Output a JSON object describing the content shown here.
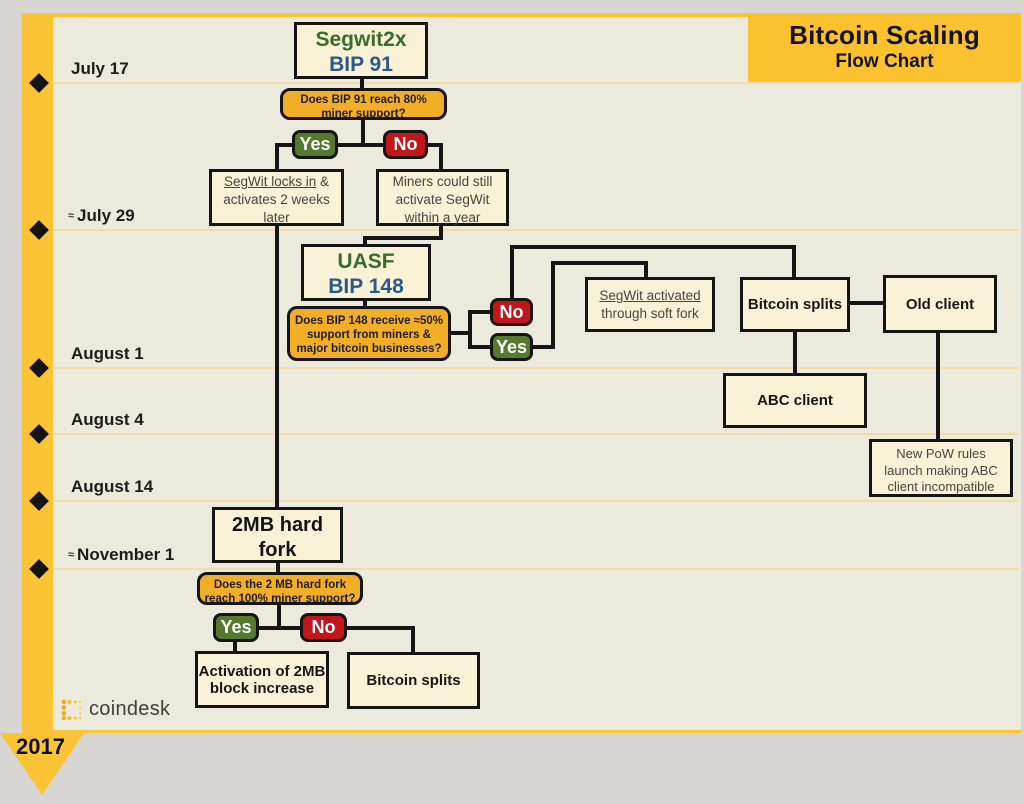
{
  "header": {
    "title_line1": "Bitcoin Scaling",
    "title_line2": "Flow Chart"
  },
  "footer": {
    "year": "2017",
    "brand": "coindesk"
  },
  "timeline": {
    "dates": [
      {
        "prefix": "",
        "label": "July 17"
      },
      {
        "prefix": "≈",
        "label": "July 29"
      },
      {
        "prefix": "",
        "label": "August 1"
      },
      {
        "prefix": "",
        "label": "August 4"
      },
      {
        "prefix": "",
        "label": "August 14"
      },
      {
        "prefix": "≈",
        "label": "November 1"
      }
    ]
  },
  "flow": {
    "yes": "Yes",
    "no": "No",
    "segwit2x": {
      "line1": "Segwit2x",
      "line2": "BIP 91"
    },
    "bip91_q": {
      "line1": "Does BIP 91 reach 80%",
      "line2": "miner support?"
    },
    "segwit_locks": {
      "u": "SegWit locks in",
      "rest": " &",
      "line2": "activates 2 weeks",
      "line3": "later"
    },
    "miners_still": {
      "line1": "Miners could still",
      "line2": "activate SegWit",
      "line3": "within a year"
    },
    "uasf": {
      "line1": "UASF",
      "line2": "BIP 148"
    },
    "bip148_q": {
      "line1": "Does BIP 148 receive ≈50%",
      "line2": "support from miners &",
      "line3": "major bitcoin businesses?"
    },
    "segwit_activated": {
      "u": "SegWit activated",
      "line2": "through soft fork"
    },
    "bitcoin_splits": "Bitcoin splits",
    "old_client": "Old client",
    "abc_client": "ABC client",
    "new_pow": {
      "line1": "New PoW rules",
      "line2": "launch making ABC",
      "line3": "client incompatible"
    },
    "hard_fork": {
      "line1": "2MB hard",
      "line2": "fork"
    },
    "hardfork_q": {
      "line1": "Does the 2 MB hard fork",
      "line2": "reach 100% miner support?"
    },
    "activation": {
      "line1": "Activation of 2MB",
      "line2": "block increase"
    },
    "bitcoin_splits2": "Bitcoin splits"
  },
  "colors": {
    "accent_yellow": "#FBC336",
    "banner_yellow": "#FBC12F",
    "decision_orange": "#F2AE27",
    "box_cream": "#FAF2D7",
    "chart_bg": "#ECE9DD",
    "page_bg": "#D8D6D3",
    "yes_green": "#557A2D",
    "no_red": "#C2161B",
    "green_text": "#3A6B2B",
    "blue_text": "#2B598C",
    "ink": "#151515"
  }
}
